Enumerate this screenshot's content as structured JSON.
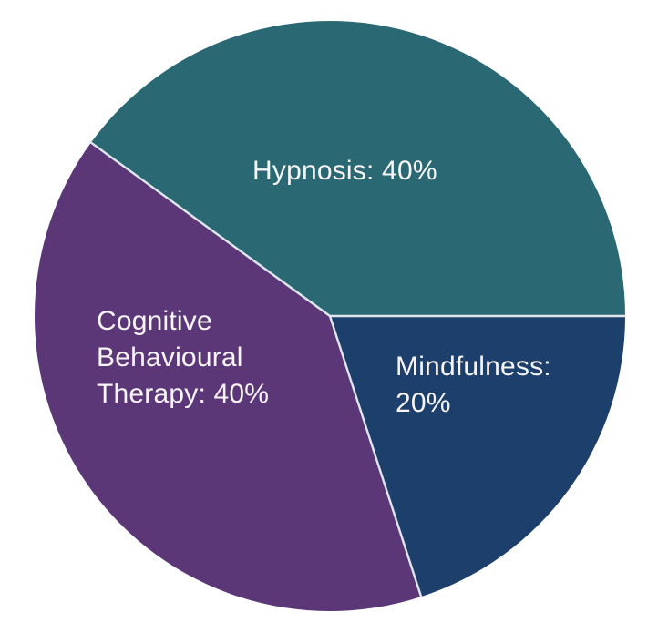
{
  "page": {
    "background": "#ffffff"
  },
  "chart_data": {
    "type": "pie",
    "title": "",
    "start_angle_deg": 0,
    "direction": "counterclockwise",
    "divider_color": "#dfe7ec",
    "label_color": "#f7f5f6",
    "slices": [
      {
        "label": "Hypnosis",
        "value": 40,
        "display": "Hypnosis: 40%",
        "color": "#2a6874"
      },
      {
        "label": "Cognitive Behavioural Therapy",
        "value": 40,
        "display": "Cognitive Behavioural Therapy: 40%",
        "color": "#5c3778"
      },
      {
        "label": "Mindfulness",
        "value": 20,
        "display": "Mindfulness: 20%",
        "color": "#1d3f6c"
      }
    ]
  }
}
